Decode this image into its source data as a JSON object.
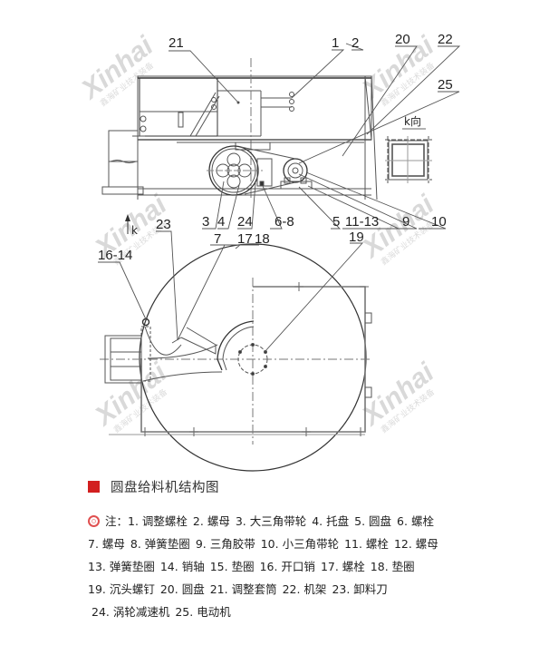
{
  "diagram": {
    "title": "圆盘给料机结构图",
    "accent_color": "#d21f1f",
    "watermark": {
      "brand": "Xinhai",
      "subtitle": "鑫海矿业技术装备"
    },
    "view_labels": {
      "k_direction": "k向",
      "k_arrow": "k"
    },
    "callouts_top": [
      "21",
      "1",
      "2",
      "20",
      "22",
      "25",
      "3",
      "4",
      "24",
      "6-8",
      "5",
      "11-13",
      "9",
      "10"
    ],
    "callouts_bottom": [
      "23",
      "7",
      "17",
      "18",
      "19",
      "16-14"
    ]
  },
  "legend": {
    "prefix": "注：",
    "rows": [
      [
        "1. 调整螺栓",
        "2. 螺母",
        "3. 大三角带轮",
        "4. 托盘",
        "5. 圆盘",
        "6. 螺栓"
      ],
      [
        "7. 螺母",
        "8. 弹簧垫圈",
        "9. 三角胶带",
        "10. 小三角带轮",
        "11. 螺栓",
        "12. 螺母"
      ],
      [
        "13. 弹簧垫圈",
        "14. 销轴",
        "15. 垫圈",
        "16. 开口销",
        "17. 螺栓",
        "18. 垫圈"
      ],
      [
        "19. 沉头螺钉",
        "20. 圆盘",
        "21. 调整套筒",
        "22. 机架",
        "23. 卸料刀"
      ],
      [
        "24. 涡轮减速机",
        "25. 电动机"
      ]
    ]
  }
}
